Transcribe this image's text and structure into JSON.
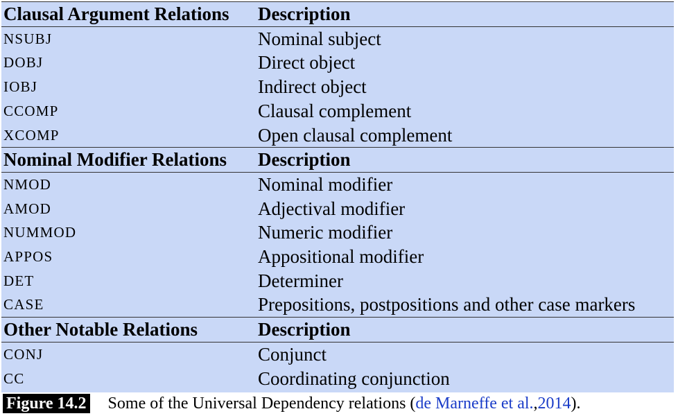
{
  "sections": [
    {
      "header": "Clausal Argument Relations",
      "desc_header": "Description",
      "rows": [
        {
          "rel": "NSUBJ",
          "desc": "Nominal subject"
        },
        {
          "rel": "DOBJ",
          "desc": "Direct object"
        },
        {
          "rel": "IOBJ",
          "desc": "Indirect object"
        },
        {
          "rel": "CCOMP",
          "desc": "Clausal complement"
        },
        {
          "rel": "XCOMP",
          "desc": "Open clausal complement"
        }
      ]
    },
    {
      "header": "Nominal Modifier Relations",
      "desc_header": "Description",
      "rows": [
        {
          "rel": "NMOD",
          "desc": "Nominal modifier"
        },
        {
          "rel": "AMOD",
          "desc": "Adjectival modifier"
        },
        {
          "rel": "NUMMOD",
          "desc": "Numeric modifier"
        },
        {
          "rel": "APPOS",
          "desc": "Appositional modifier"
        },
        {
          "rel": "DET",
          "desc": "Determiner"
        },
        {
          "rel": "CASE",
          "desc": "Prepositions, postpositions and other case markers"
        }
      ]
    },
    {
      "header": "Other Notable Relations",
      "desc_header": "Description",
      "rows": [
        {
          "rel": "CONJ",
          "desc": "Conjunct"
        },
        {
          "rel": "CC",
          "desc": "Coordinating conjunction"
        }
      ]
    }
  ],
  "caption": {
    "label": "Figure 14.2",
    "text_before": "Some of the Universal Dependency relations (",
    "cite_author": "de Marneffe et al.",
    "cite_sep": ", ",
    "cite_year": "2014",
    "text_after": ")."
  },
  "colors": {
    "table_bg": "#c9d8f7",
    "link": "#1a3cc8"
  }
}
